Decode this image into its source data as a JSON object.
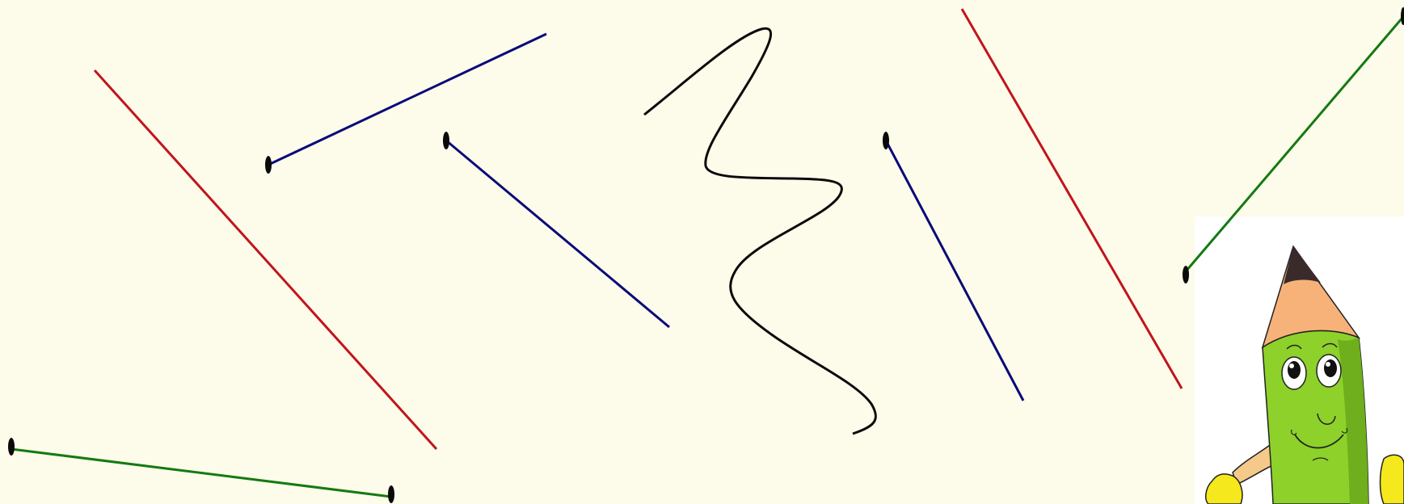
{
  "background_color": "#fdfbe9",
  "colors": {
    "red": "#c0151d",
    "blue": "#0a0a7a",
    "green": "#137a13",
    "black": "#0a0a0a"
  },
  "segments": [
    {
      "id": "red-segment-left",
      "color": "red",
      "endpoints": "none"
    },
    {
      "id": "blue-segment-top",
      "color": "blue",
      "endpoints": "one-dot"
    },
    {
      "id": "blue-segment-middle",
      "color": "blue",
      "endpoints": "one-dot"
    },
    {
      "id": "blue-segment-right",
      "color": "blue",
      "endpoints": "one-dot"
    },
    {
      "id": "red-segment-right",
      "color": "red",
      "endpoints": "none"
    },
    {
      "id": "green-segment-bottom",
      "color": "green",
      "endpoints": "two-dots"
    },
    {
      "id": "green-segment-right",
      "color": "green",
      "endpoints": "two-dots"
    }
  ],
  "curve": {
    "id": "wavy-curve",
    "color": "black"
  },
  "mascot": {
    "name": "pencil-mascot",
    "body_color": "#8dd12a",
    "tip_color": "#f7b27a",
    "hand_color": "#f5e81c"
  }
}
